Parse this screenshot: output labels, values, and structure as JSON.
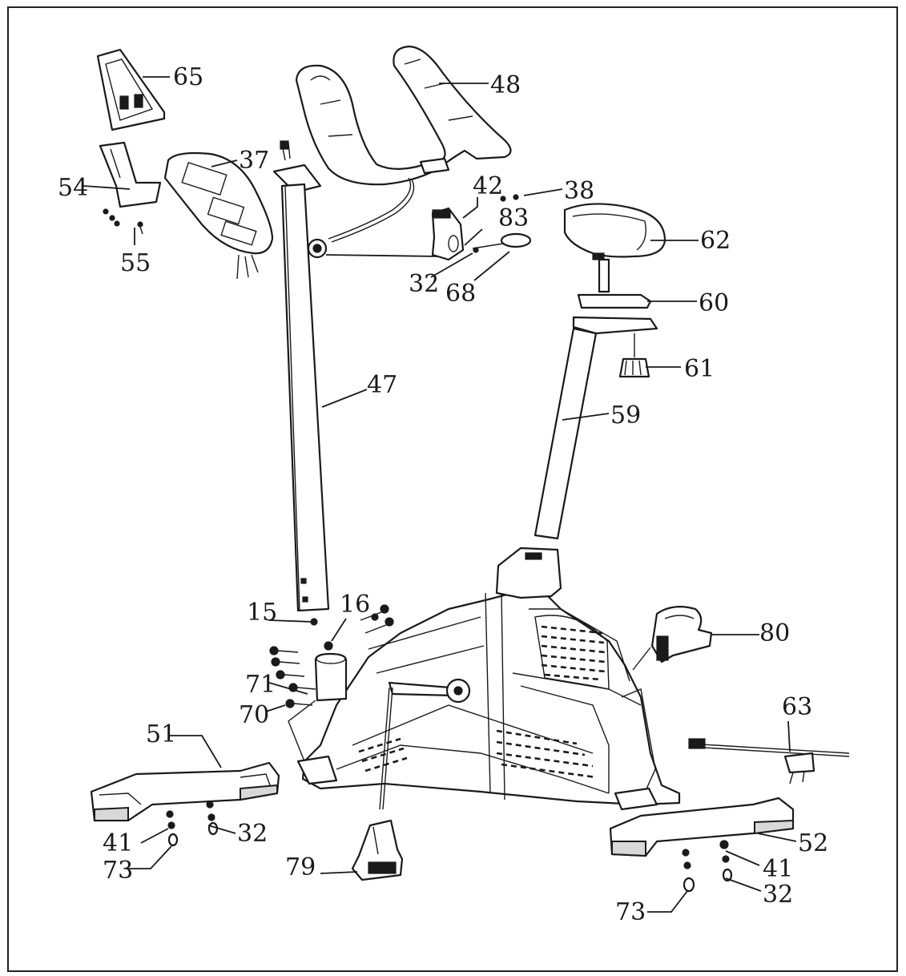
{
  "diagram": {
    "labels": {
      "p65": "65",
      "p48": "48",
      "p37": "37",
      "p54": "54",
      "p55": "55",
      "p42": "42",
      "p38": "38",
      "p83": "83",
      "p62": "62",
      "p32a": "32",
      "p68": "68",
      "p60": "60",
      "p61": "61",
      "p47": "47",
      "p59": "59",
      "p15": "15",
      "p16": "16",
      "p80": "80",
      "p71": "71",
      "p70": "70",
      "p63": "63",
      "p51": "51",
      "p32b": "32",
      "p41a": "41",
      "p73a": "73",
      "p79": "79",
      "p52": "52",
      "p41b": "41",
      "p32c": "32",
      "p73b": "73"
    }
  }
}
